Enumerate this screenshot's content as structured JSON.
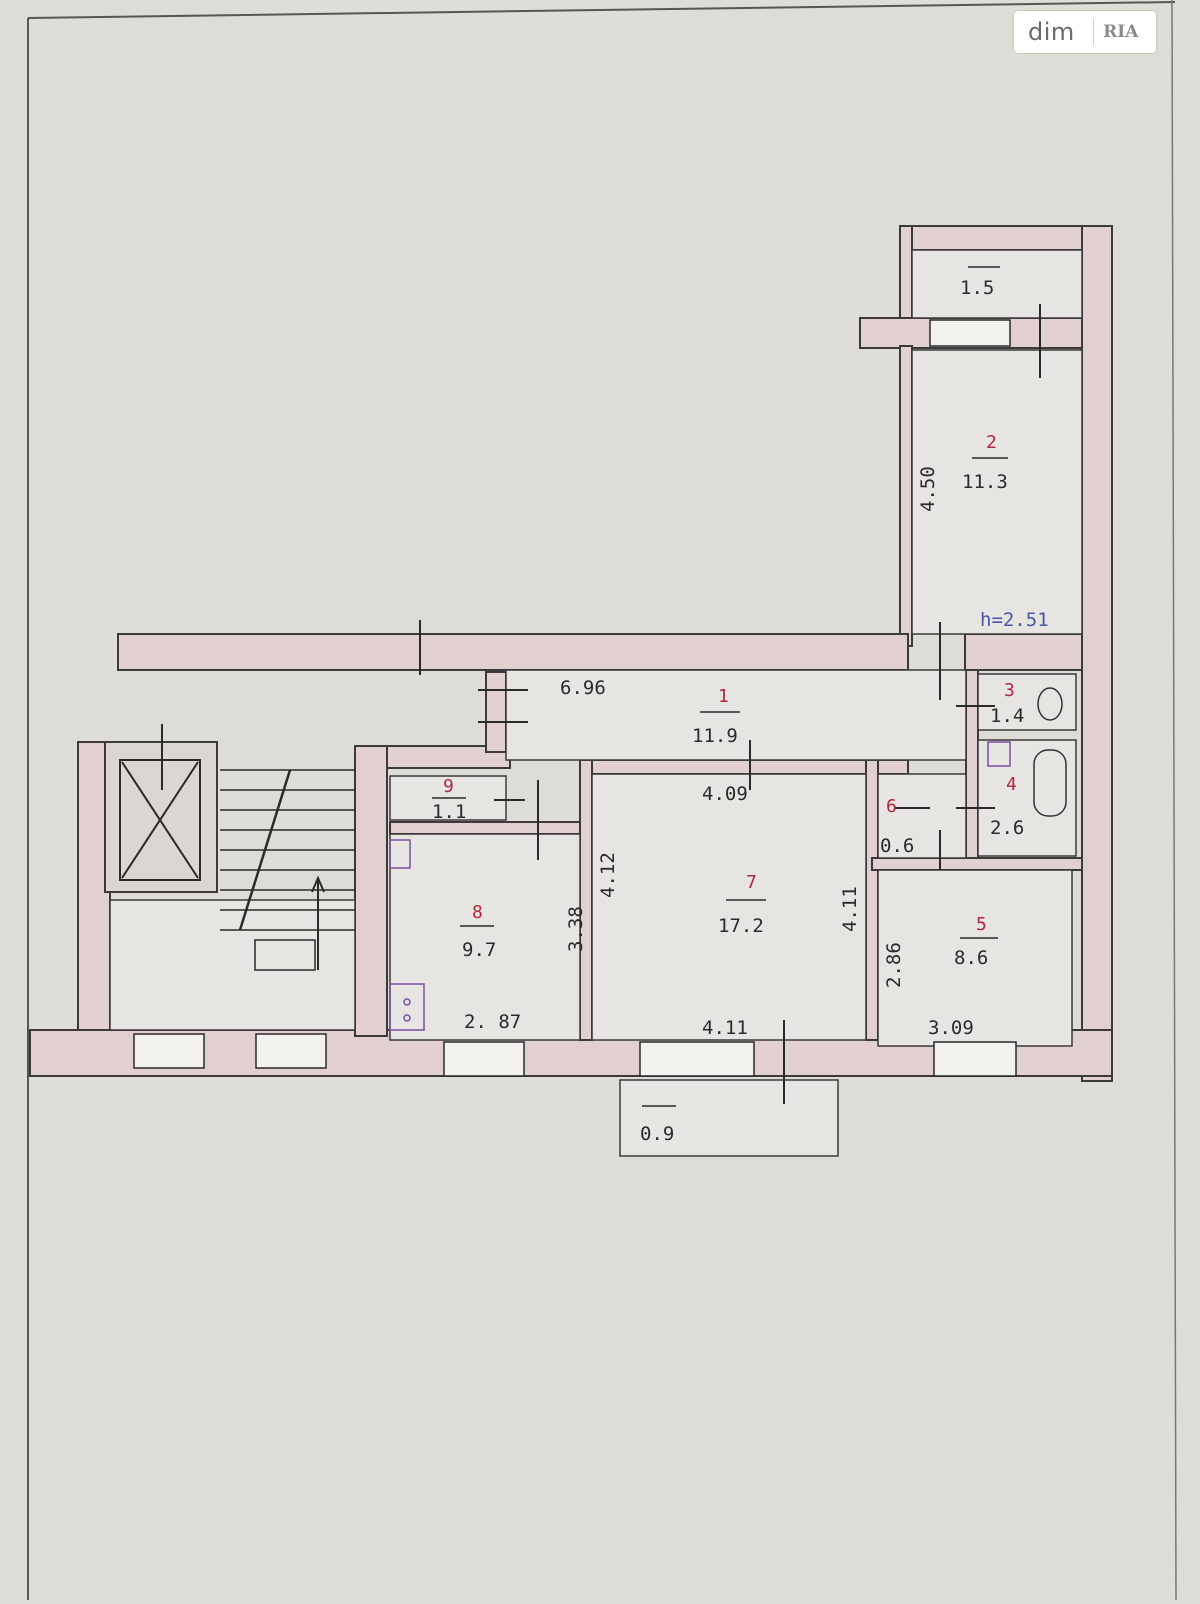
{
  "brand": {
    "name": "dim",
    "mark": "RIA"
  },
  "plan": {
    "ceiling_height": "h=2.51",
    "rooms": [
      {
        "id": "balcony-top",
        "number": "",
        "area": "1.5"
      },
      {
        "id": "room-2",
        "number": "2",
        "area": "11.3"
      },
      {
        "id": "room-1",
        "number": "1",
        "area": "11.9"
      },
      {
        "id": "room-3",
        "number": "3",
        "area": "1.4"
      },
      {
        "id": "room-4",
        "number": "4",
        "area": "2.6"
      },
      {
        "id": "room-5",
        "number": "5",
        "area": "8.6"
      },
      {
        "id": "room-6",
        "number": "6",
        "area": "0.6"
      },
      {
        "id": "room-7",
        "number": "7",
        "area": "17.2"
      },
      {
        "id": "room-8",
        "number": "8",
        "area": "9.7"
      },
      {
        "id": "room-9",
        "number": "9",
        "area": "1.1"
      },
      {
        "id": "balcony-bottom",
        "number": "",
        "area": "0.9"
      }
    ],
    "dimensions": {
      "room2_length": "4.50",
      "hall_length": "6.96",
      "room7_top": "4.09",
      "room7_left": "4.12",
      "room7_right": "4.11",
      "room7_bottom": "4.11",
      "room8_right": "3.38",
      "room8_bottom": "2. 87",
      "room5_left": "2.86",
      "room5_bottom": "3.09"
    }
  }
}
